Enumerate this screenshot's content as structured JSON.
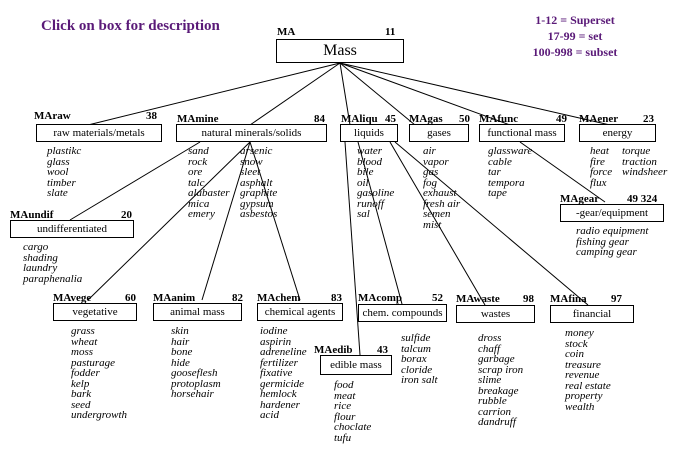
{
  "header": {
    "instruction": "Click on  box for description",
    "legend": [
      "1-12 = Superset",
      "17-99 = set",
      "100-998 = subset"
    ]
  },
  "root": {
    "code": "MA",
    "num": "11",
    "label": "Mass"
  },
  "nodes": {
    "raw": {
      "code": "MAraw",
      "num": "38",
      "label": "raw materials/metals",
      "items": [
        "plastikc",
        "glass",
        "wool",
        "timber",
        "slate"
      ]
    },
    "mine": {
      "code": "MAmine",
      "num": "84",
      "label": "natural minerals/solids",
      "items": [
        "sand",
        "rock",
        "ore",
        "talc",
        "alabaster",
        "mica",
        "emery"
      ],
      "items2": [
        "arsenic",
        "snow",
        "sleet",
        "asphalt",
        "graphite",
        "gypsum",
        "asbestos"
      ]
    },
    "liqu": {
      "code": "MAliqu",
      "num": "45",
      "label": "liquids",
      "items": [
        "water",
        "blood",
        "bile",
        "oil",
        "gasoline",
        "runoff",
        "sal"
      ]
    },
    "gas": {
      "code": "MAgas",
      "num": "50",
      "label": "gases",
      "items": [
        "air",
        "vapor",
        "gas",
        "fog",
        "exhaust",
        "fresh air",
        "semen",
        "mist"
      ]
    },
    "func": {
      "code": "MAfunc",
      "num": "49",
      "label": "functional mass",
      "items": [
        "glassware",
        "cable",
        "tar",
        "tempora",
        "tape"
      ]
    },
    "ener": {
      "code": "MAener",
      "num": "23",
      "label": "energy",
      "items": [
        "heat",
        "fire",
        "force",
        "flux"
      ],
      "items2": [
        "torque",
        "traction",
        "windsheer"
      ]
    },
    "gear": {
      "code": "MAgear",
      "num": "49 324",
      "label": "-gear/equipment",
      "items": [
        "radio equipment",
        "fishing gear",
        "camping gear"
      ]
    },
    "undif": {
      "code": "MAundif",
      "num": "20",
      "label": "undifferentiated",
      "items": [
        "cargo",
        "shading",
        "laundry",
        "paraphenalia"
      ]
    },
    "vege": {
      "code": "MAvege",
      "num": "60",
      "label": "vegetative",
      "items": [
        "grass",
        "wheat",
        "moss",
        "pasturage",
        "fodder",
        "kelp",
        "bark",
        "seed",
        "undergrowth"
      ]
    },
    "anim": {
      "code": "MAanim",
      "num": "82",
      "label": "animal mass",
      "items": [
        "skin",
        "hair",
        "bone",
        "hide",
        "gooseflesh",
        "protoplasm",
        "horsehair"
      ]
    },
    "chem": {
      "code": "MAchem",
      "num": "83",
      "label": "chemical agents",
      "items": [
        "iodine",
        "aspirin",
        "adreneline",
        "fertilizer",
        "fixative",
        "germicide",
        "hemlock",
        "hardener",
        "acid"
      ]
    },
    "edib": {
      "code": "MAedib",
      "num": "43",
      "label": "edible mass",
      "items": [
        "food",
        "meat",
        "rice",
        "flour",
        "choclate",
        "tufu"
      ]
    },
    "comp": {
      "code": "MAcomp",
      "num": "52",
      "label": "chem. compounds",
      "items": [
        "sulfide",
        "talcum",
        "borax",
        "cloride",
        "iron salt"
      ]
    },
    "waste": {
      "code": "MAwaste",
      "num": "98",
      "label": "wastes",
      "items": [
        "dross",
        "chaff",
        "garbage",
        "scrap iron",
        "slime",
        "breakage",
        "rubble",
        "carrion",
        "dandruff"
      ]
    },
    "fina": {
      "code": "MAfina",
      "num": "97",
      "label": "financial",
      "items": [
        "money",
        "stock",
        "coin",
        "treasure",
        "revenue",
        "real estate",
        "property",
        "wealth"
      ]
    }
  }
}
